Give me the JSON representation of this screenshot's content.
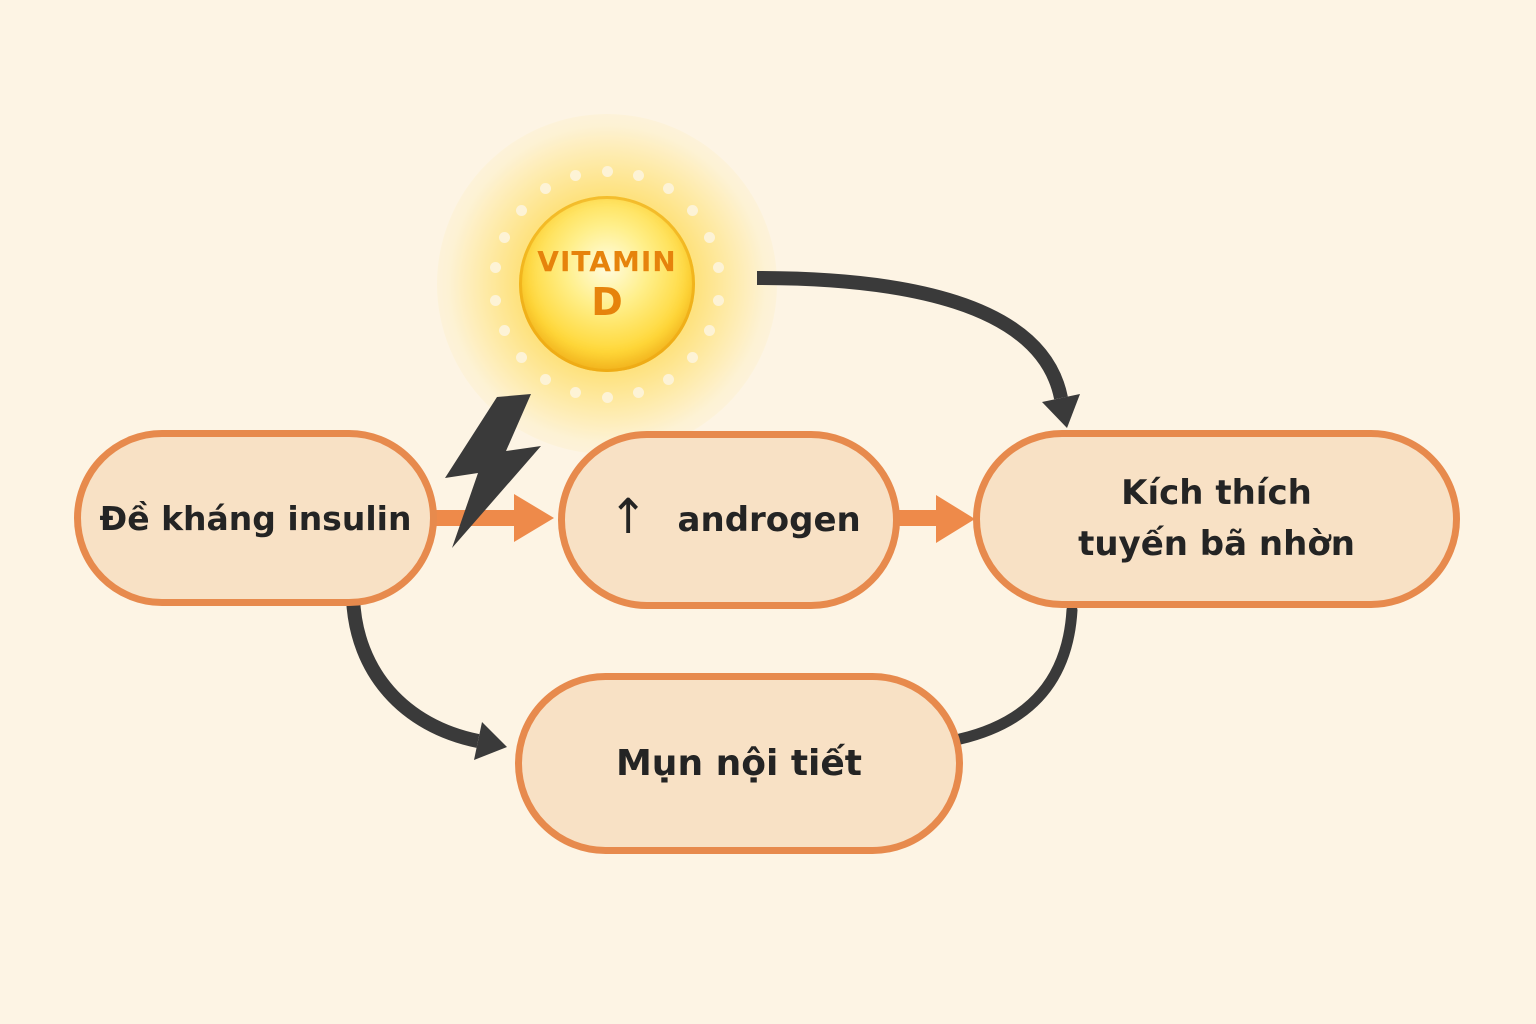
{
  "diagram": {
    "sun": {
      "label_line1": "VITAMIN",
      "label_line2": "D",
      "dot_count": 22
    },
    "nodes": {
      "insulin": {
        "label": "Đề kháng insulin"
      },
      "androgen": {
        "arrow_glyph": "↑",
        "label": "androgen"
      },
      "sebaceous": {
        "label_line1": "Kích thích",
        "label_line2": "tuyến bã nhờn"
      },
      "acne": {
        "label": "Mụn nội tiết"
      }
    },
    "icons": {
      "sun_icon": "glowing-yellow-circle-with-cream-dot-ring",
      "lightning_bolt_icon": "dark-zigzag-bolt",
      "up_arrow_icon": "↑",
      "orange_arrow_icon": "thick-right-triangle-arrow",
      "dark_arrow_icon": "curved-charcoal-arrow"
    },
    "colors": {
      "background": "#fdf4e4",
      "node_fill": "#f8e1c5",
      "node_border": "#e78a4d",
      "text": "#242424",
      "dark_arrow": "#3a3a3a",
      "orange_arrow": "#ee8a4a",
      "sun_core": "#ffd83a",
      "sun_text": "#e6830c"
    }
  }
}
